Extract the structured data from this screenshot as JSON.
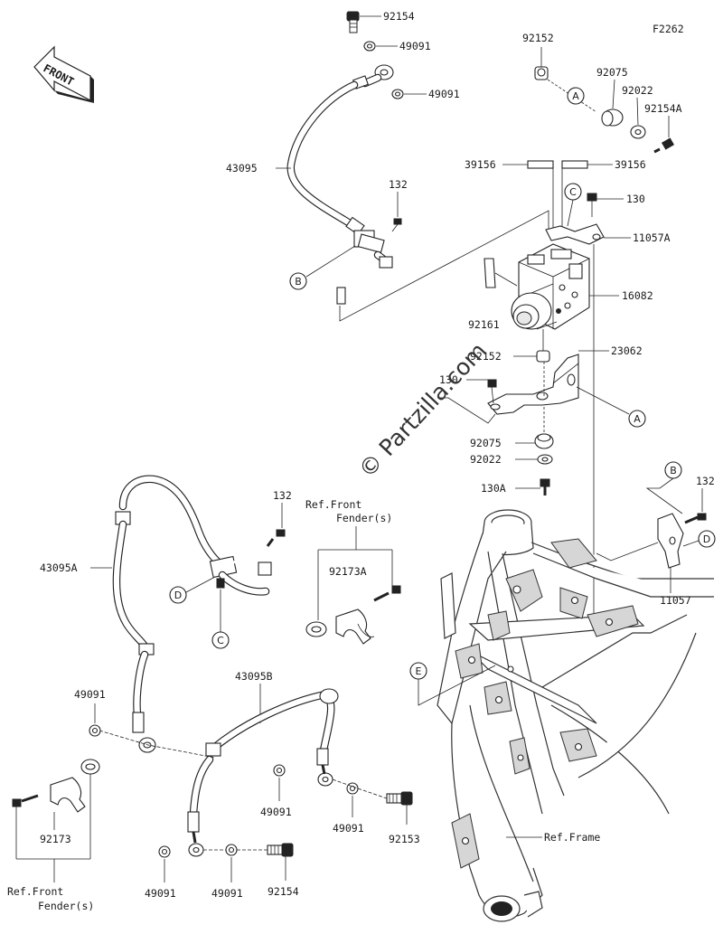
{
  "figure_code": "F2262",
  "front_label": "FRONT",
  "watermark": "© Partzilla.com",
  "callouts": {
    "A": "A",
    "B": "B",
    "C": "C",
    "D": "D",
    "E": "E"
  },
  "parts": {
    "p92154_top": "92154",
    "p49091_top1": "49091",
    "p49091_top2": "49091",
    "p43095": "43095",
    "p132_top": "132",
    "p92152_top": "92152",
    "p92075_top": "92075",
    "p92022_top": "92022",
    "p92154A": "92154A",
    "p39156_left": "39156",
    "p39156_right": "39156",
    "p130_top": "130",
    "p11057A": "11057A",
    "p16082": "16082",
    "p92161": "92161",
    "p92152_mid": "92152",
    "p23062": "23062",
    "p130_mid": "130",
    "p92075_mid": "92075",
    "p92022_mid": "92022",
    "p130A": "130A",
    "p132_right": "132",
    "p11057": "11057",
    "p132_mid": "132",
    "p43095A": "43095A",
    "p92173A": "92173A",
    "p49091_left": "49091",
    "p43095B": "43095B",
    "p49091_mid1": "49091",
    "p49091_mid2": "49091",
    "p92153": "92153",
    "p92173": "92173",
    "p49091_bot1": "49091",
    "p49091_bot2": "49091",
    "p92154_bot": "92154"
  },
  "refs": {
    "front_fender_top_line1": "Ref.Front",
    "front_fender_top_line2": "Fender(s)",
    "front_fender_bot_line1": "Ref.Front",
    "front_fender_bot_line2": "Fender(s)",
    "frame": "Ref.Frame"
  }
}
